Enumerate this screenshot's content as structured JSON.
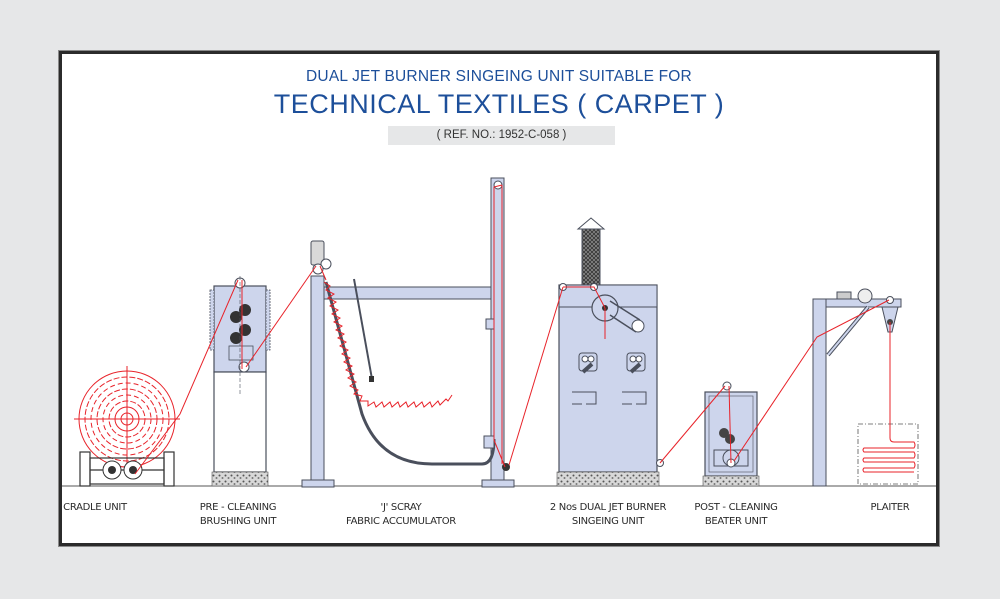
{
  "header": {
    "subtitle": "DUAL JET BURNER SINGEING UNIT SUITABLE FOR",
    "title": "TECHNICAL TEXTILES ( CARPET )",
    "reference": "( REF. NO.: 1952-C-058 )"
  },
  "colors": {
    "title_blue": "#1d4f9a",
    "fabric_red": "#e8232a",
    "machine_fill": "#cdd5ec",
    "machine_stroke": "#4a4f5c",
    "frame_border": "#2b2b2b",
    "background": "#e6e7e8"
  },
  "units": [
    {
      "id": "cradle",
      "line1": "CRADLE UNIT",
      "line2": ""
    },
    {
      "id": "pre-cleaning",
      "line1": "PRE - CLEANING",
      "line2": "BRUSHING UNIT"
    },
    {
      "id": "j-scray",
      "line1": "'J' SCRAY",
      "line2": "FABRIC ACCUMULATOR"
    },
    {
      "id": "singeing",
      "line1": "2 Nos DUAL JET BURNER",
      "line2": "SINGEING UNIT"
    },
    {
      "id": "post-cleaning",
      "line1": "POST - CLEANING",
      "line2": "BEATER UNIT"
    },
    {
      "id": "plaiter",
      "line1": "PLAITER",
      "line2": ""
    }
  ]
}
